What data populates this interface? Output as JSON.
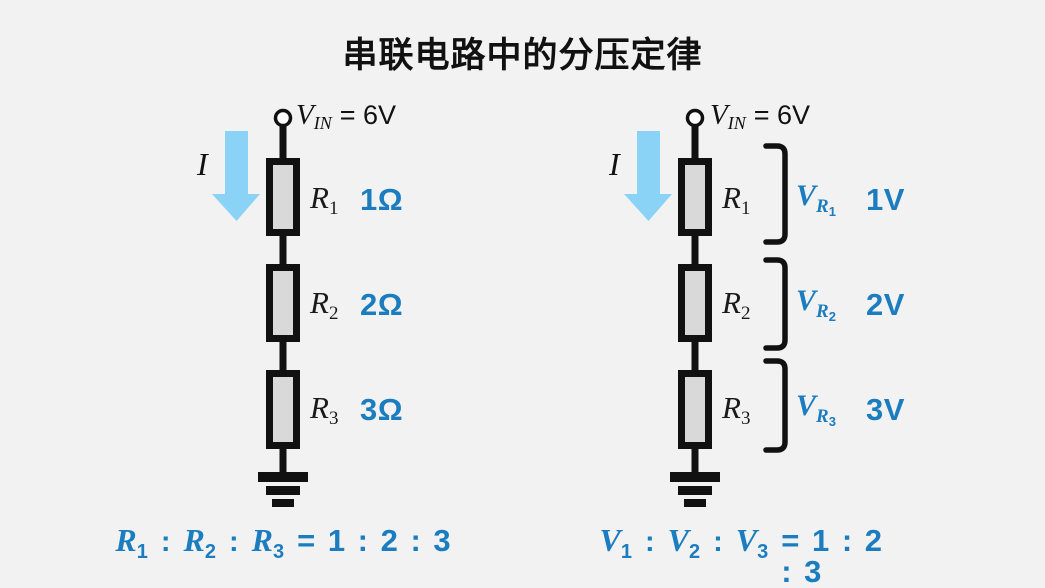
{
  "title": "串联电路中的分压定律",
  "colors": {
    "background": "#f2f2f2",
    "text_black": "#111111",
    "accent_blue": "#1b7dbf",
    "arrow_blue": "#8ad3f7",
    "resistor_fill": "#d9d9d9"
  },
  "left_circuit": {
    "vin": {
      "base": "V",
      "sub": "IN",
      "rest": "= 6V"
    },
    "current_label": "I",
    "resistors": [
      {
        "label": "R",
        "sub": "1",
        "value": "1Ω"
      },
      {
        "label": "R",
        "sub": "2",
        "value": "2Ω"
      },
      {
        "label": "R",
        "sub": "3",
        "value": "3Ω"
      }
    ],
    "equation": {
      "terms": [
        {
          "base": "R",
          "sub": "1"
        },
        {
          "base": "R",
          "sub": "2"
        },
        {
          "base": "R",
          "sub": "3"
        }
      ],
      "colon": ":",
      "result": "= 1 : 2 : 3"
    }
  },
  "right_circuit": {
    "vin": {
      "base": "V",
      "sub": "IN",
      "rest": "= 6V"
    },
    "current_label": "I",
    "resistors": [
      {
        "label": "R",
        "sub": "1",
        "vbase": "V",
        "vsub_base": "R",
        "vsub_index": "1",
        "value": "1V"
      },
      {
        "label": "R",
        "sub": "2",
        "vbase": "V",
        "vsub_base": "R",
        "vsub_index": "2",
        "value": "2V"
      },
      {
        "label": "R",
        "sub": "3",
        "vbase": "V",
        "vsub_base": "R",
        "vsub_index": "3",
        "value": "3V"
      }
    ],
    "equation": {
      "terms": [
        {
          "base": "V",
          "sub": "1"
        },
        {
          "base": "V",
          "sub": "2"
        },
        {
          "base": "V",
          "sub": "3"
        }
      ],
      "colon": ":",
      "result": "= 1 : 2 : 3"
    }
  }
}
